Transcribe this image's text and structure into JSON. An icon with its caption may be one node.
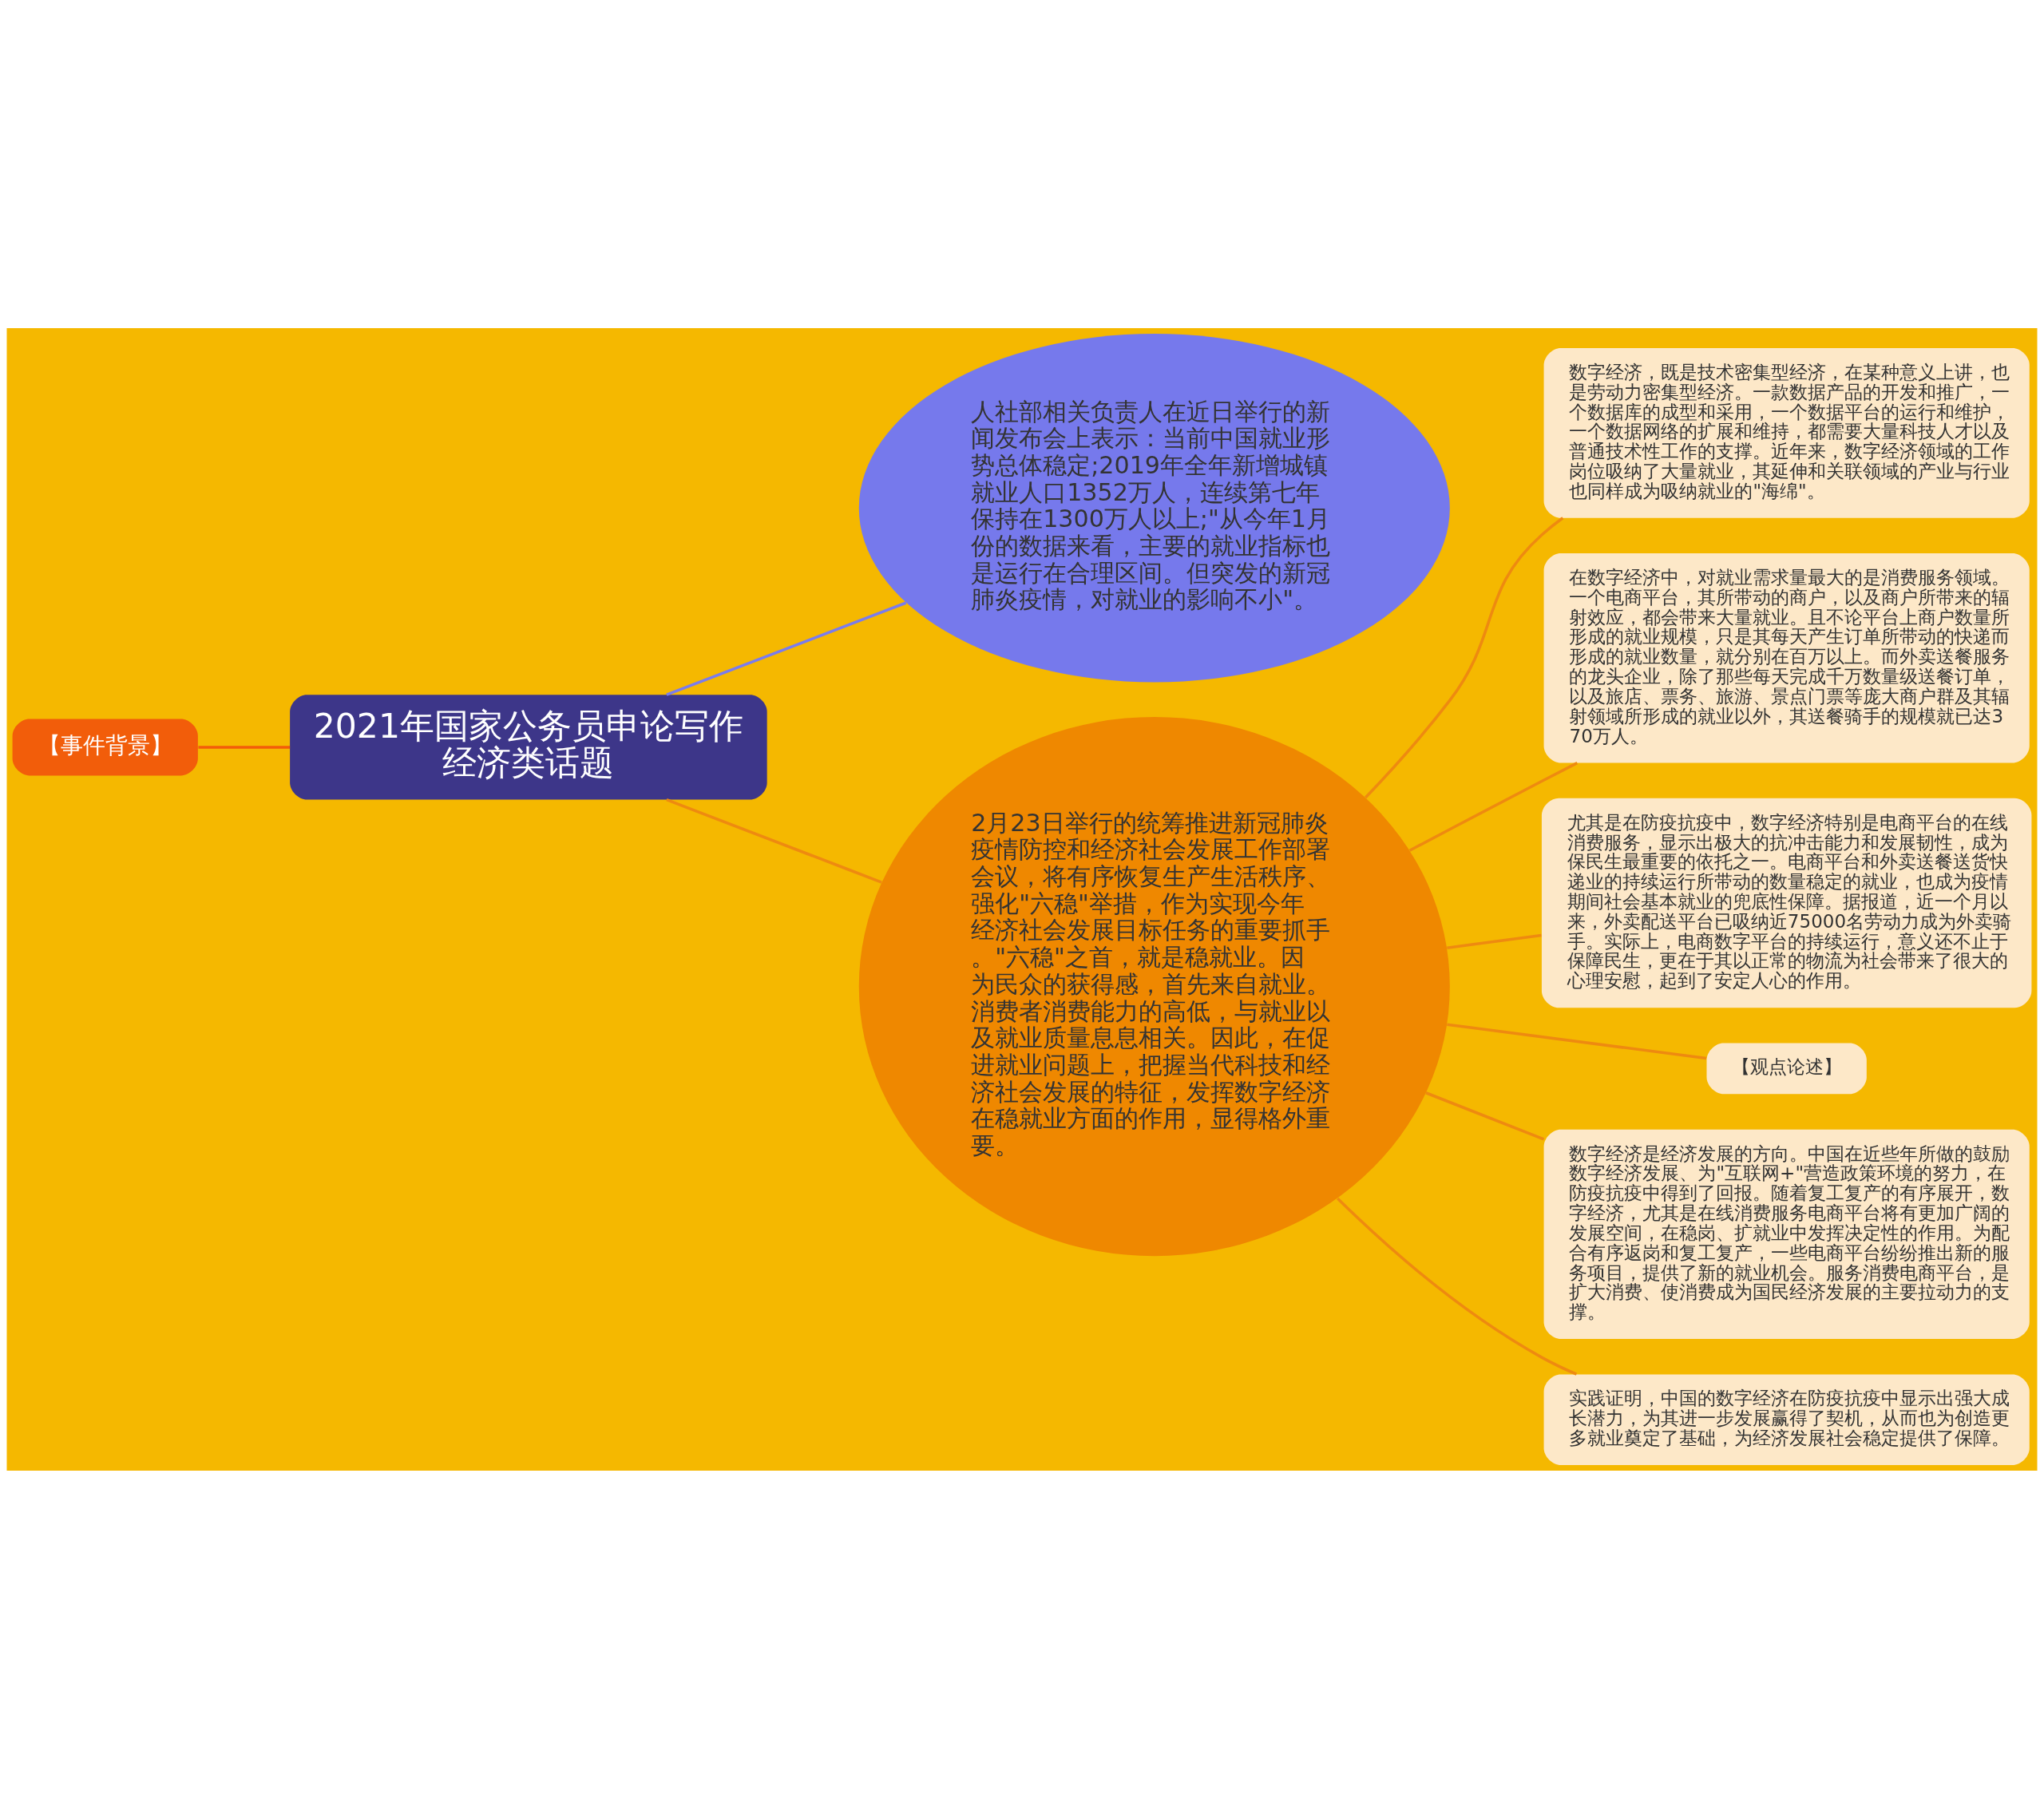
{
  "diagram": {
    "nodes": [
      {
        "text": [
          "2021年国家公务员申论写作经济类话题"
        ]
      },
      {
        "text": [
          "【事件背景】"
        ]
      },
      {
        "text": [
          "人社部相关负责人在近日举行的新闻发布会上表示：当前中国就业形势总体稳定;2019年全年新增城镇就业人口1352万人，连续第七年保持在1300万人以上;\"从今年1月份的数据来看，主要的就业指标也是运行在合理区间。但突发的新冠肺炎疫情，对就业的影响不小\"。"
        ]
      },
      {
        "text": [
          "2月23日举行的统筹推进新冠肺炎疫情防控和经济社会发展工作部署会议，将有序恢复生产生活秩序、强化\"六稳\"举措，作为实现今年经济社会发展目标任务的重要抓手。\"六稳\"之首，就是稳就业。因为民众的获得感，首先来自就业。消费者消费能力的高低，与就业以及就业质量息息相关。因此，在促进就业问题上，把握当代科技和经济社会发展的特征，发挥数字经济在稳就业方面的作用，显得格外重要。"
        ]
      },
      {
        "text": [
          "数字经济，既是技术密集型经济，在某种意义上讲，也是劳动力密集型经济。一款数据产品的开发和推广，一个数据库的成型和采用，一个数据平台的运行和维护，一个数据网络的扩展和维持，都需要大量科技人才以及普通技术性工作的支撑。近年来，数字经济领域的工作岗位吸纳了大量就业，其延伸和关联领域的产业与行业也同样成为吸纳就业的\"海绵\"。"
        ]
      },
      {
        "text": [
          "在数字经济中，对就业需求量最大的是消费服务领域。一个电商平台，其所带动的商户，以及商户所带来的辐射效应，都会带来大量就业。且不论平台上商户数量所形成的就业规模，只是其每天产生订单所带动的快递而形成的就业数量，就分别在百万以上。而外卖送餐服务的龙头企业，除了那些每天完成千万数量级送餐订单，以及旅店、票务、旅游、景点门票等庞大商户群及其辐射领域所形成的就业以外，其送餐骑手的规模就已达370万人。"
        ]
      },
      {
        "text": [
          "尤其是在防疫抗疫中，数字经济特别是电商平台的在线消费服务，显示出极大的抗冲击能力和发展韧性，成为保民生最重要的依托之一。电商平台和外卖送餐送货快递业的持续运行所带动的数量稳定的就业，也成为疫情期间社会基本就业的兜底性保障。据报道，近一个月以来，外卖配送平台已吸纳近75000名劳动力成为外卖骑手。实际上，电商数字平台的持续运行，意义还不止于保障民生，更在于其以正常的物流为社会带来了很大的心理安慰，起到了安定人心的作用。"
        ]
      },
      {
        "text": [
          "【观点论述】"
        ]
      },
      {
        "text": [
          "数字经济是经济发展的方向。中国在近些年所做的鼓励数字经济发展、为\"互联网+\"营造政策环境的努力，在防疫抗疫中得到了回报。随着复工复产的有序展开，数字经济，尤其是在线消费服务电商平台将有更加广阔的发展空间，在稳岗、扩就业中发挥决定性的作用。为配合有序返岗和复工复产，一些电商平台纷纷推出新的服务项目，提供了新的就业机会。服务消费电商平台，是扩大消费、使消费成为国民经济发展的主要拉动力的支撑。"
        ]
      },
      {
        "text": [
          "实践证明，中国的数字经济在防疫抗疫中显示出强大成长潜力，为其进一步发展赢得了契机，从而也为创造更多就业奠定了基础，为经济发展社会稳定提供了保障。"
        ]
      }
    ],
    "edges": [
      {
        "from": 1,
        "to": 0,
        "arrow": "none",
        "color": "#f25d0a"
      },
      {
        "from": 0,
        "to": 2,
        "arrow": "none",
        "color": "#7a7ced"
      },
      {
        "from": 0,
        "to": 3,
        "arrow": "none"
      },
      {
        "from": 3,
        "to": 4,
        "arrow": "none"
      },
      {
        "from": 3,
        "to": 5,
        "arrow": "none"
      },
      {
        "from": 3,
        "to": 6,
        "arrow": "none"
      },
      {
        "from": 3,
        "to": 7,
        "arrow": "none"
      },
      {
        "from": 3,
        "to": 8,
        "arrow": "none"
      },
      {
        "from": 3,
        "to": 9,
        "arrow": "none"
      }
    ]
  }
}
